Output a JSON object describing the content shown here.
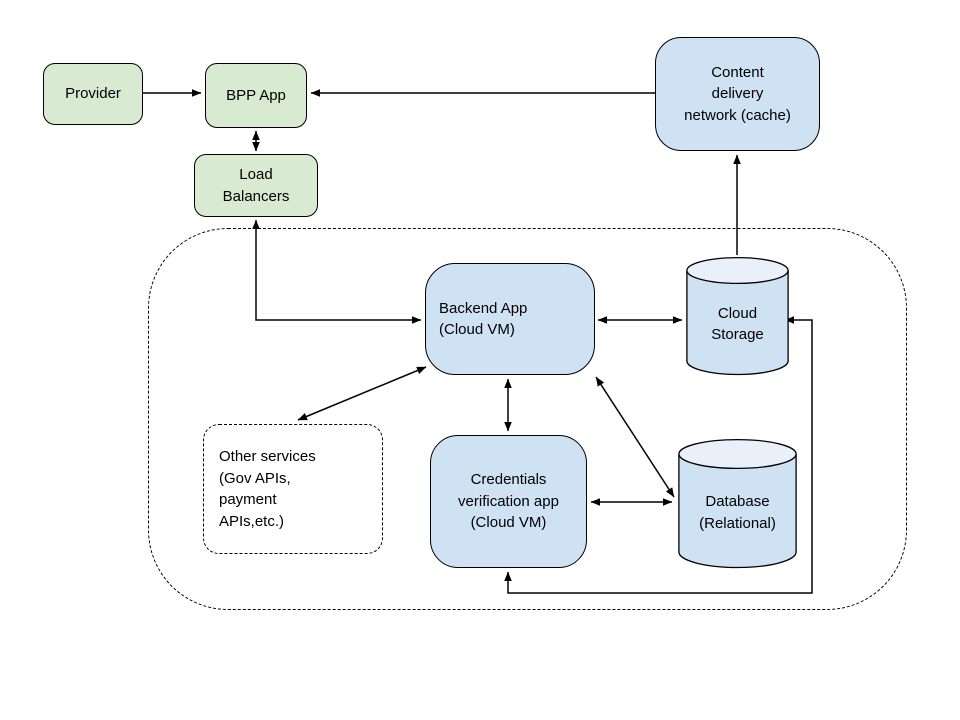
{
  "diagram": {
    "title": "BPP backend cloud architecture diagram",
    "colors": {
      "green_fill": "#d9ead3",
      "blue_fill": "#cfe2f3",
      "cylinder_top_fill": "#e9f0f9",
      "stroke": "#000000",
      "text": "#000000",
      "background": "#ffffff"
    },
    "nodes": {
      "provider": {
        "label": "Provider",
        "shape": "rounded-rect",
        "fill": "green"
      },
      "bpp_app": {
        "label": "BPP App",
        "shape": "rounded-rect",
        "fill": "green"
      },
      "load_balancers": {
        "label": "Load\nBalancers",
        "shape": "rounded-rect",
        "fill": "green"
      },
      "cdn": {
        "label": "Content\ndelivery\nnetwork (cache)",
        "shape": "rounded-rect",
        "fill": "blue"
      },
      "backend_app": {
        "label": "Backend App\n(Cloud VM)",
        "shape": "rounded-rect",
        "fill": "blue"
      },
      "cloud_storage": {
        "label": "Cloud\nStorage",
        "shape": "cylinder",
        "fill": "blue"
      },
      "other_services": {
        "label": "Other services\n(Gov APIs,\npayment\nAPIs,etc.)",
        "shape": "dashed-rounded-rect",
        "fill": "white"
      },
      "credentials_app": {
        "label": "Credentials\nverification app\n(Cloud VM)",
        "shape": "rounded-rect",
        "fill": "blue"
      },
      "database": {
        "label": "Database\n(Relational)",
        "shape": "cylinder",
        "fill": "blue"
      }
    },
    "edges": [
      {
        "from": "provider",
        "to": "bpp_app",
        "arrows": "single"
      },
      {
        "from": "cdn",
        "to": "bpp_app",
        "arrows": "single"
      },
      {
        "from": "bpp_app",
        "to": "load_balancers",
        "arrows": "double"
      },
      {
        "from": "load_balancers",
        "to": "backend_app",
        "arrows": "double"
      },
      {
        "from": "backend_app",
        "to": "cloud_storage",
        "arrows": "double"
      },
      {
        "from": "cloud_storage",
        "to": "cdn",
        "arrows": "single"
      },
      {
        "from": "backend_app",
        "to": "other_services",
        "arrows": "double"
      },
      {
        "from": "backend_app",
        "to": "credentials_app",
        "arrows": "double"
      },
      {
        "from": "backend_app",
        "to": "database",
        "arrows": "double"
      },
      {
        "from": "credentials_app",
        "to": "database",
        "arrows": "double"
      },
      {
        "from": "cloud_storage",
        "to": "credentials_app",
        "arrows": "double"
      }
    ]
  }
}
